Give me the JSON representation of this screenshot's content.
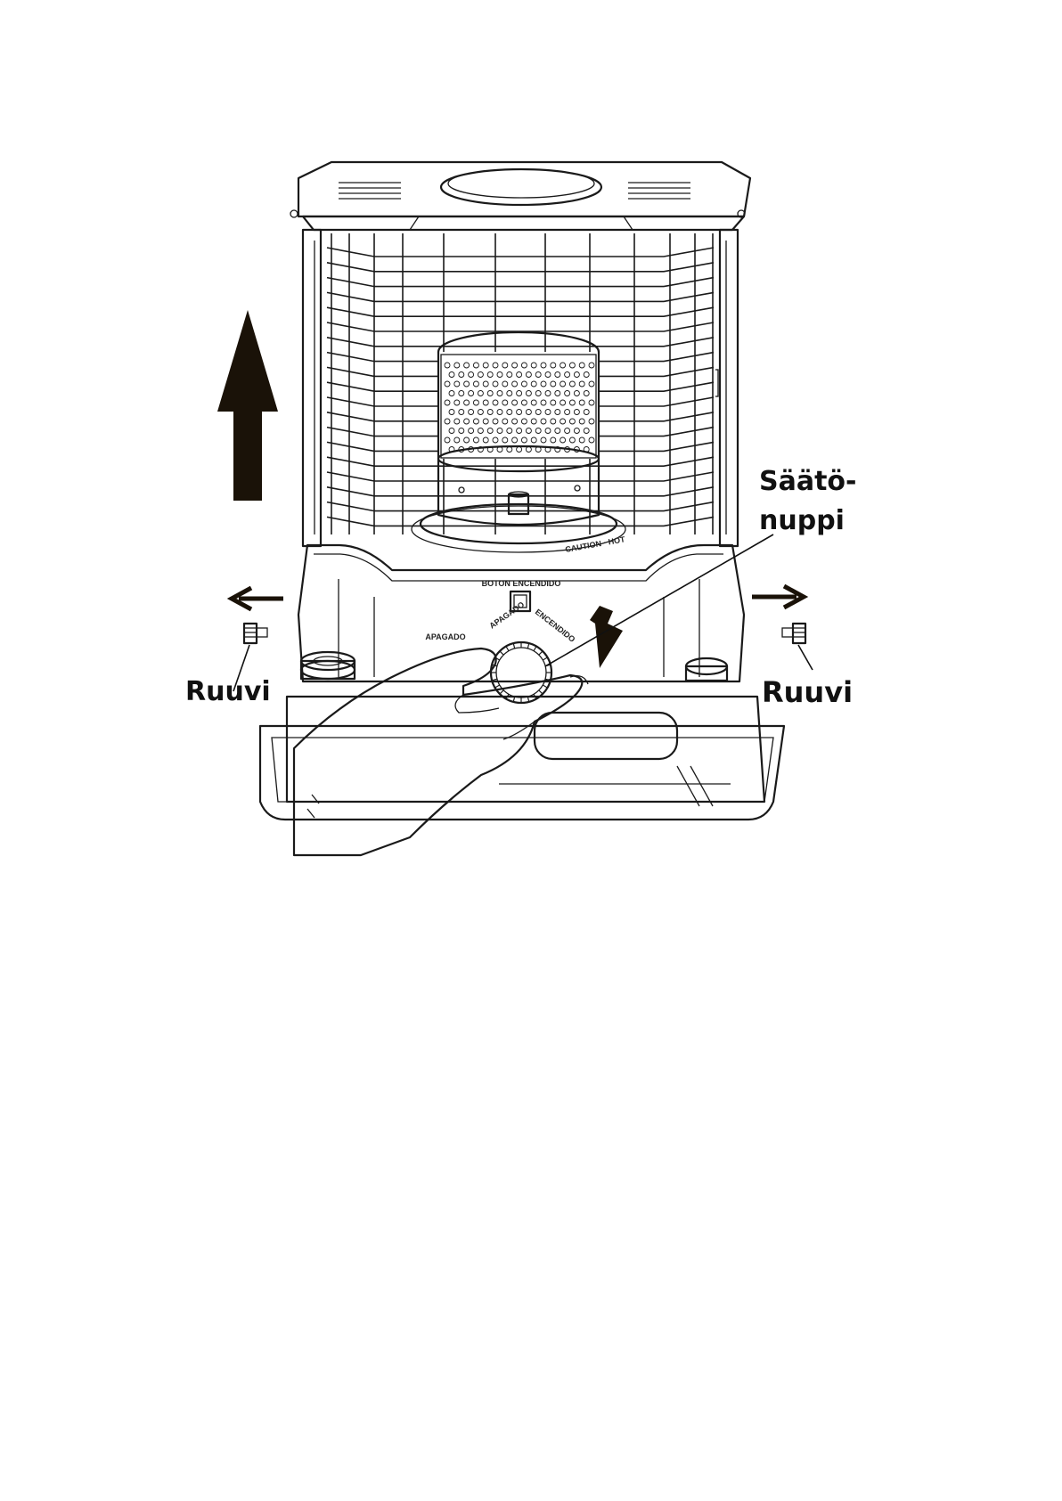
{
  "labels": {
    "adjust_knob": [
      "Säätö-",
      "nuppi"
    ],
    "screw_left": "Ruuvi",
    "screw_right": "Ruuvi"
  },
  "panel": {
    "ignition_button": "BOTON ENCENDIDO",
    "off_left": "APAGADO",
    "off_dial": "APAGADO",
    "on_dial": "ENCENDIDO"
  },
  "colors": {
    "line": "#1a1a1a",
    "arrow_fill": "#1a1208",
    "screen_gray": "#b9b9b9",
    "panel_gray": "#dcdcdc"
  },
  "icons": [
    "up-arrow-icon",
    "left-arrow-icon",
    "right-arrow-icon",
    "down-arrow-icon",
    "screw-icon"
  ]
}
